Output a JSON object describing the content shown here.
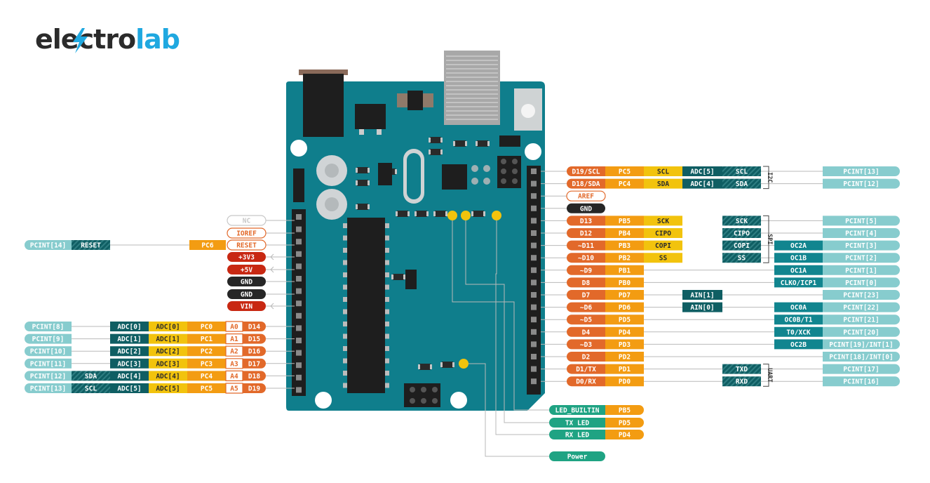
{
  "logo": {
    "part1": "ele",
    "part2": "ctro",
    "part3": "lab",
    "bolt_icon": "lightning-bolt-icon"
  },
  "colors": {
    "board": "#0f7e8c",
    "board_dark": "#0a6670",
    "light_teal": "#87ccce",
    "dark_teal": "#0f5e63",
    "mid_teal": "#11858f",
    "yellow": "#f2c30d",
    "amber": "#f39c12",
    "orange": "#e2692a",
    "red": "#c82812",
    "black": "#262626",
    "green": "#1fa383"
  },
  "left_power": [
    {
      "label": "NC",
      "kind": "outline-grey"
    },
    {
      "label": "IOREF",
      "kind": "outline-orange"
    },
    {
      "label": "RESET",
      "kind": "outline-orange",
      "port": "PC6",
      "extras": [
        "RESET"
      ],
      "pcint": "PCINT[14]"
    },
    {
      "label": "+3V3",
      "kind": "red",
      "arrow": true
    },
    {
      "label": "+5V",
      "kind": "red",
      "arrow": true
    },
    {
      "label": "GND",
      "kind": "black"
    },
    {
      "label": "GND",
      "kind": "black"
    },
    {
      "label": "VIN",
      "kind": "red",
      "arrow": true
    }
  ],
  "left_analog": [
    {
      "pin": "D14",
      "analog": "A0",
      "port": "PC0",
      "adc": "ADC[0]",
      "adc2": "ADC[0]",
      "pcint": "PCINT[8]"
    },
    {
      "pin": "D15",
      "analog": "A1",
      "port": "PC1",
      "adc": "ADC[1]",
      "adc2": "ADC[1]",
      "pcint": "PCINT[9]"
    },
    {
      "pin": "D16",
      "analog": "A2",
      "port": "PC2",
      "adc": "ADC[2]",
      "adc2": "ADC[2]",
      "pcint": "PCINT[10]"
    },
    {
      "pin": "D17",
      "analog": "A3",
      "port": "PC3",
      "adc": "ADC[3]",
      "adc2": "ADC[3]",
      "pcint": "PCINT[11]"
    },
    {
      "pin": "D18",
      "analog": "A4",
      "port": "PC4",
      "adc": "ADC[4]",
      "adc2": "ADC[4]",
      "extra": "SDA",
      "pcint": "PCINT[12]"
    },
    {
      "pin": "D19",
      "analog": "A5",
      "port": "PC5",
      "adc": "ADC[5]",
      "adc2": "ADC[5]",
      "extra": "SCL",
      "pcint": "PCINT[13]"
    }
  ],
  "right_pins": [
    {
      "pin": "D19/SCL",
      "port": "PC5",
      "func": "SCL",
      "adc": "ADC[5]",
      "bus": "SCL",
      "pcint": "PCINT[13]"
    },
    {
      "pin": "D18/SDA",
      "port": "PC4",
      "func": "SDA",
      "adc": "ADC[4]",
      "bus": "SDA",
      "pcint": "PCINT[12]"
    },
    {
      "pin": "AREF",
      "kind": "outline-orange"
    },
    {
      "pin": "GND",
      "kind": "black"
    },
    {
      "pin": "D13",
      "port": "PB5",
      "func": "SCK",
      "bus": "SCK",
      "pcint": "PCINT[5]"
    },
    {
      "pin": "D12",
      "port": "PB4",
      "func": "CIPO",
      "bus": "CIPO",
      "pcint": "PCINT[4]"
    },
    {
      "pin": "~D11",
      "port": "PB3",
      "func": "COPI",
      "bus": "COPI",
      "timer": "OC2A",
      "pcint": "PCINT[3]"
    },
    {
      "pin": "~D10",
      "port": "PB2",
      "func": "SS",
      "bus": "SS",
      "timer": "OC1B",
      "pcint": "PCINT[2]"
    },
    {
      "pin": "~D9",
      "port": "PB1",
      "timer": "OC1A",
      "pcint": "PCINT[1]"
    },
    {
      "pin": "D8",
      "port": "PB0",
      "timer": "CLKO/ICP1",
      "pcint": "PCINT[0]"
    },
    {
      "pin": "D7",
      "port": "PD7",
      "ain": "AIN[1]",
      "pcint": "PCINT[23]"
    },
    {
      "pin": "~D6",
      "port": "PD6",
      "ain": "AIN[0]",
      "timer": "OC0A",
      "pcint": "PCINT[22]"
    },
    {
      "pin": "~D5",
      "port": "PD5",
      "timer": "OC0B/T1",
      "pcint": "PCINT[21]"
    },
    {
      "pin": "D4",
      "port": "PD4",
      "timer": "T0/XCK",
      "pcint": "PCINT[20]"
    },
    {
      "pin": "~D3",
      "port": "PD3",
      "timer": "OC2B",
      "pcint": "PCINT[19]/INT[1]"
    },
    {
      "pin": "D2",
      "port": "PD2",
      "pcint": "PCINT[18]/INT[0]"
    },
    {
      "pin": "D1/TX",
      "port": "PD1",
      "bus": "TXD",
      "pcint": "PCINT[17]"
    },
    {
      "pin": "D0/RX",
      "port": "PD0",
      "bus": "RXD",
      "pcint": "PCINT[16]"
    }
  ],
  "bus_groups": [
    {
      "label": "I2C"
    },
    {
      "label": "SPI"
    },
    {
      "label": "UART"
    }
  ],
  "leds": [
    {
      "label": "LED_BUILTIN",
      "port": "PB5"
    },
    {
      "label": "TX LED",
      "port": "PD5"
    },
    {
      "label": "RX LED",
      "port": "PD4"
    },
    {
      "label": "Power"
    }
  ]
}
